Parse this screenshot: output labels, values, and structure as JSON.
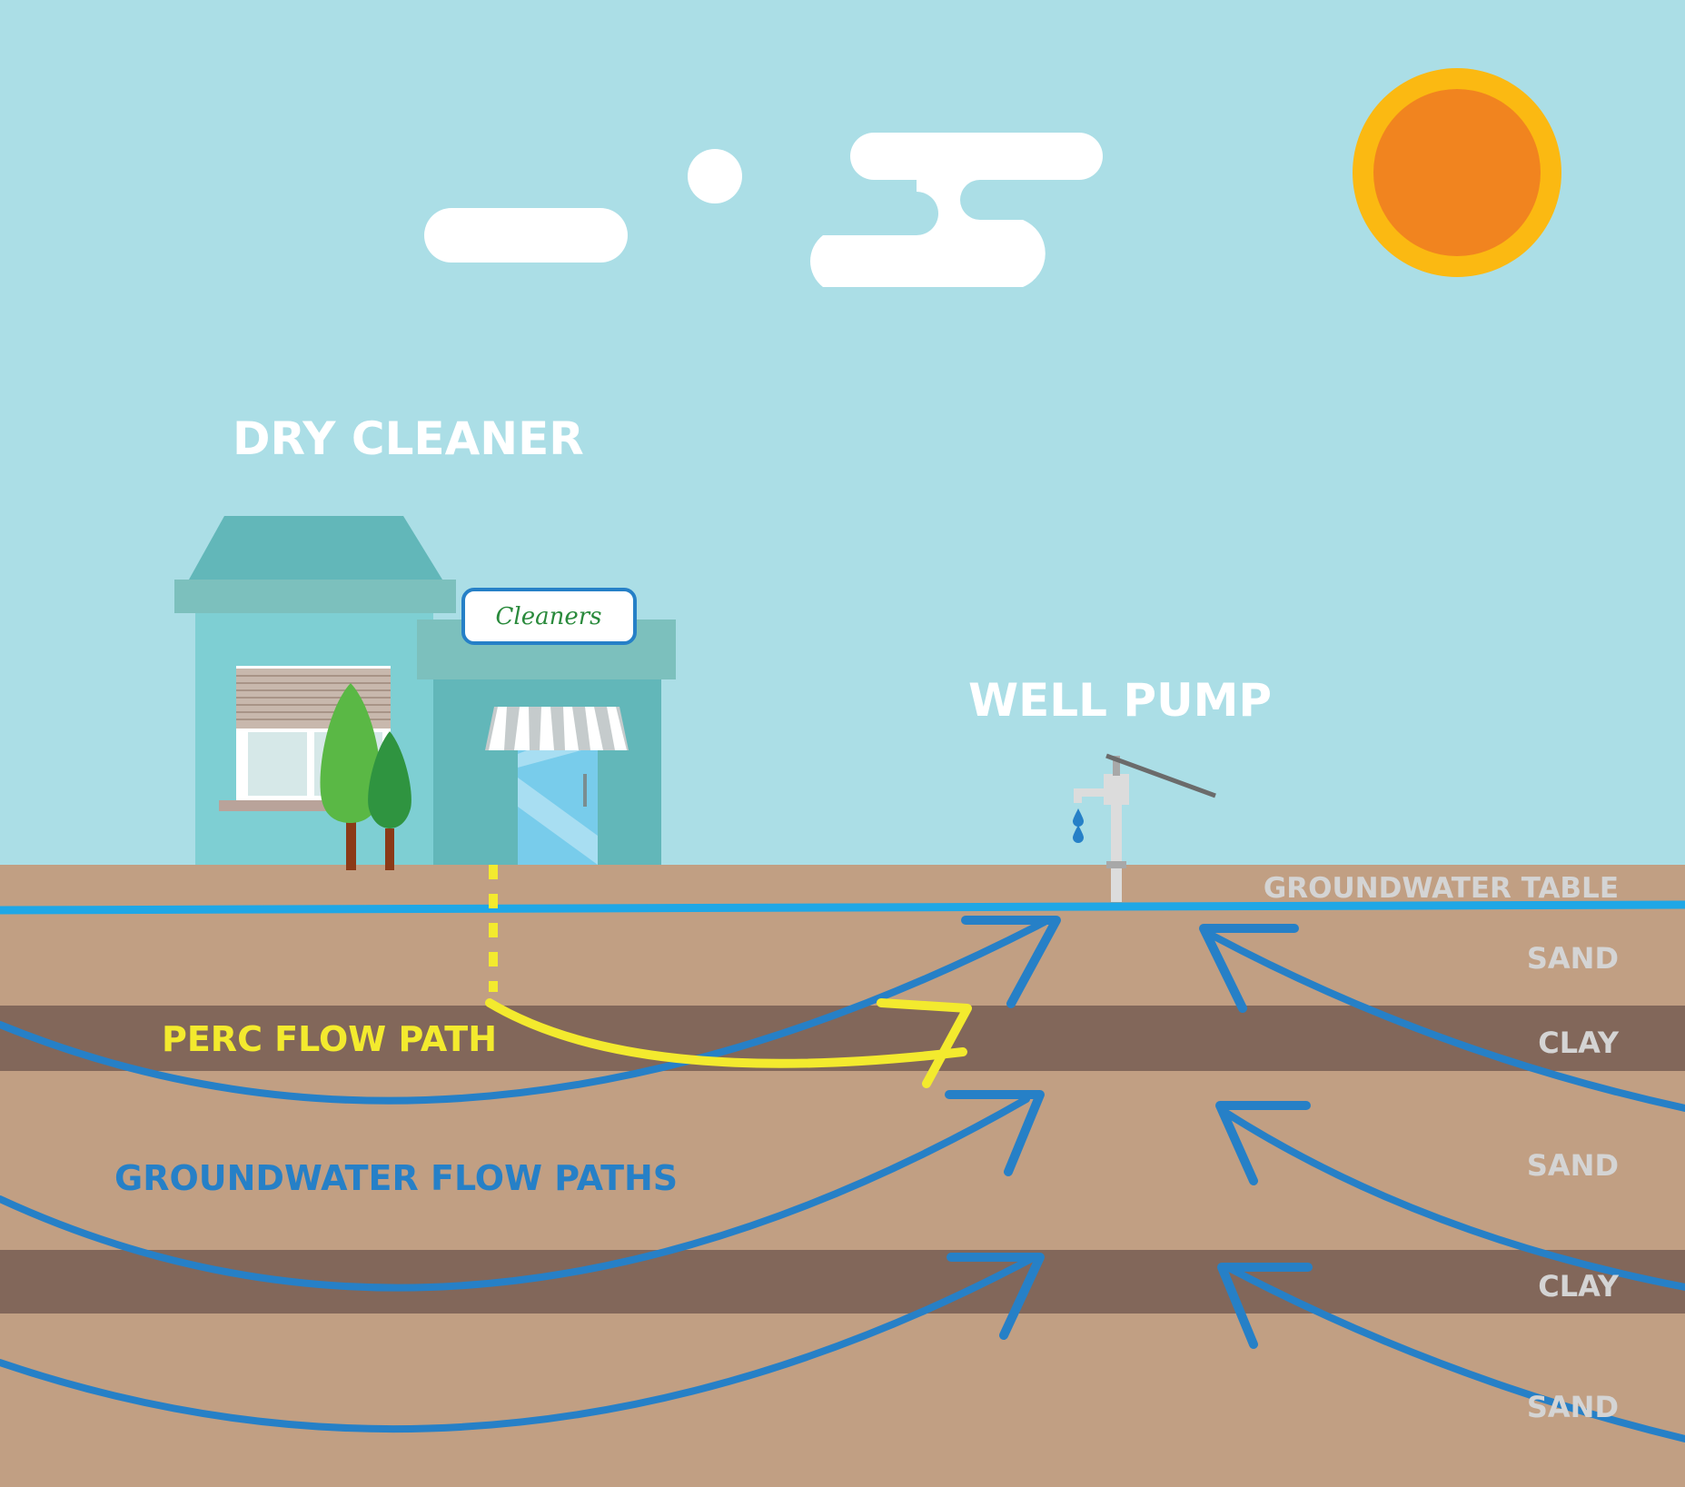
{
  "labels": {
    "dry_cleaner": "DRY CLEANER",
    "well_pump": "WELL PUMP",
    "shop_sign": "Cleaners",
    "perc_flow_path": "PERC FLOW PATH",
    "groundwater_flow_paths": "GROUNDWATER FLOW PATHS",
    "groundwater_table": "GROUNDWATER TABLE"
  },
  "layers": [
    "SAND",
    "CLAY",
    "SAND",
    "CLAY",
    "SAND"
  ],
  "colors": {
    "sky": "#abdee6",
    "soil": "#c19f83",
    "clay": "#82675a",
    "water_line": "#1fa7e6",
    "flow_path": "#2680c7",
    "perc_path": "#f3ea2e",
    "sun_outer": "#fbb912",
    "sun_inner": "#f1841f",
    "cloud": "#ffffff",
    "layer_label": "#d4d4d4",
    "building": "#7ecfd3",
    "building_dark": "#62b7b9"
  }
}
